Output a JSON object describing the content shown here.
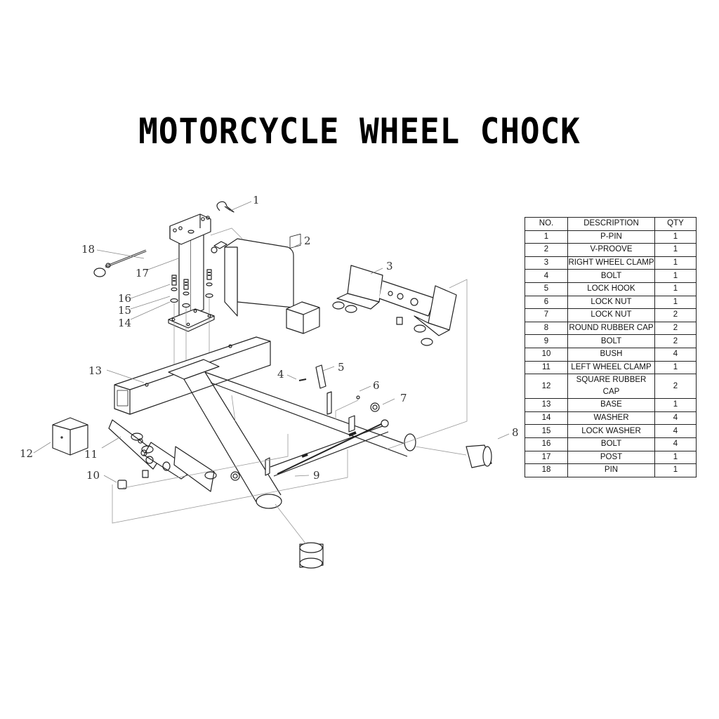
{
  "title": "MOTORCYCLE WHEEL CHOCK",
  "parts_table": {
    "headers": {
      "no": "NO.",
      "description": "DESCRIPTION",
      "qty": "QTY"
    },
    "rows": [
      {
        "no": "1",
        "description": "P-PIN",
        "qty": "1"
      },
      {
        "no": "2",
        "description": "V-PROOVE",
        "qty": "1"
      },
      {
        "no": "3",
        "description": "RIGHT WHEEL CLAMP",
        "qty": "1"
      },
      {
        "no": "4",
        "description": "BOLT",
        "qty": "1"
      },
      {
        "no": "5",
        "description": "LOCK HOOK",
        "qty": "1"
      },
      {
        "no": "6",
        "description": "LOCK NUT",
        "qty": "1"
      },
      {
        "no": "7",
        "description": "LOCK NUT",
        "qty": "2"
      },
      {
        "no": "8",
        "description": "ROUND RUBBER CAP",
        "qty": "2"
      },
      {
        "no": "9",
        "description": "BOLT",
        "qty": "2"
      },
      {
        "no": "10",
        "description": "BUSH",
        "qty": "4"
      },
      {
        "no": "11",
        "description": "LEFT WHEEL CLAMP",
        "qty": "1"
      },
      {
        "no": "12",
        "description": "SQUARE RUBBER CAP",
        "qty": "2"
      },
      {
        "no": "13",
        "description": "BASE",
        "qty": "1"
      },
      {
        "no": "14",
        "description": "WASHER",
        "qty": "4"
      },
      {
        "no": "15",
        "description": "LOCK WASHER",
        "qty": "4"
      },
      {
        "no": "16",
        "description": "BOLT",
        "qty": "4"
      },
      {
        "no": "17",
        "description": "POST",
        "qty": "1"
      },
      {
        "no": "18",
        "description": "PIN",
        "qty": "1"
      }
    ]
  },
  "callouts": {
    "c1": "1",
    "c2": "2",
    "c3": "3",
    "c4": "4",
    "c5": "5",
    "c6": "6",
    "c7": "7",
    "c8": "8",
    "c9": "9",
    "c10": "10",
    "c11": "11",
    "c12": "12",
    "c13": "13",
    "c14": "14",
    "c15": "15",
    "c16": "16",
    "c17": "17",
    "c18": "18"
  },
  "colors": {
    "line": "#222222",
    "leader": "#888888",
    "background": "#ffffff"
  }
}
